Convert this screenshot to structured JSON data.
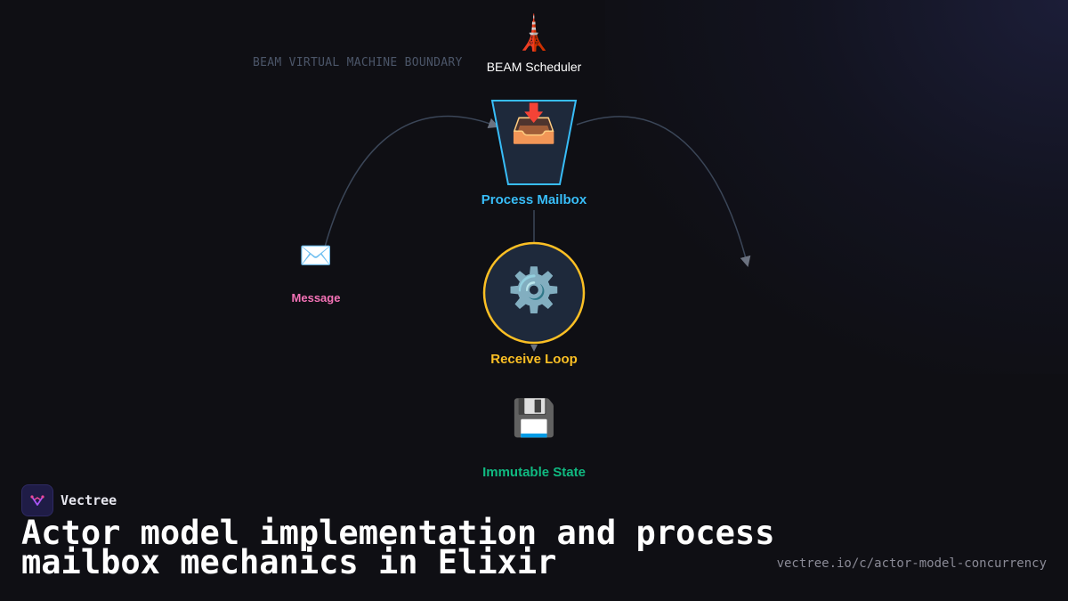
{
  "diagram": {
    "boundary_label": "BEAM VIRTUAL MACHINE BOUNDARY",
    "nodes": {
      "scheduler": {
        "label": "BEAM Scheduler",
        "icon": "tower-icon",
        "glyph": "🗼",
        "color": "#ffffff"
      },
      "mailbox": {
        "label": "Process Mailbox",
        "icon": "inbox-tray-icon",
        "glyph": "📥",
        "color": "#38bdf8"
      },
      "message": {
        "label": "Message",
        "icon": "envelope-icon",
        "glyph": "✉️",
        "color": "#f472b6"
      },
      "receive_loop": {
        "label": "Receive Loop",
        "icon": "gear-icon",
        "glyph": "⚙️",
        "color": "#fbbf24"
      },
      "state": {
        "label": "Immutable State",
        "icon": "floppy-disk-icon",
        "glyph": "💾",
        "color": "#10b981"
      }
    }
  },
  "brand": {
    "name": "Vectree",
    "logo_icon": "vectree-logo-icon"
  },
  "footer": {
    "title": "Actor model implementation and process mailbox mechanics in Elixir",
    "url": "vectree.io/c/actor-model-concurrency"
  }
}
